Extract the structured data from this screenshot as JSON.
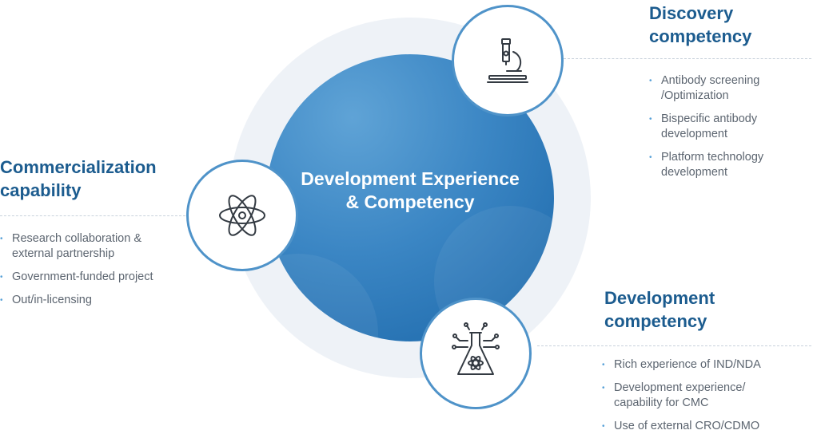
{
  "center": {
    "title_line1": "Development Experience",
    "title_line2": "& Competency"
  },
  "discovery": {
    "title_line1": "Discovery",
    "title_line2": "competency",
    "icon": "microscope-icon",
    "items": [
      "Antibody screening /Optimization",
      "Bispecific antibody development",
      "Platform technology development"
    ]
  },
  "commercialization": {
    "title_line1": "Commercialization",
    "title_line2": "capability",
    "icon": "atom-icon",
    "items": [
      "Research collaboration & external partnership",
      "Government-funded project",
      "Out/in-licensing"
    ]
  },
  "development": {
    "title_line1": "Development",
    "title_line2": "competency",
    "icon": "flask-icon",
    "items": [
      "Rich experience of IND/NDA",
      "Development experience/ capability for CMC",
      "Use of external CRO/CDMO"
    ]
  },
  "colors": {
    "primary": "#1c5c8f",
    "circle_border": "#4f93c9",
    "core": "#2f7bbd",
    "halo": "#eef2f7"
  }
}
